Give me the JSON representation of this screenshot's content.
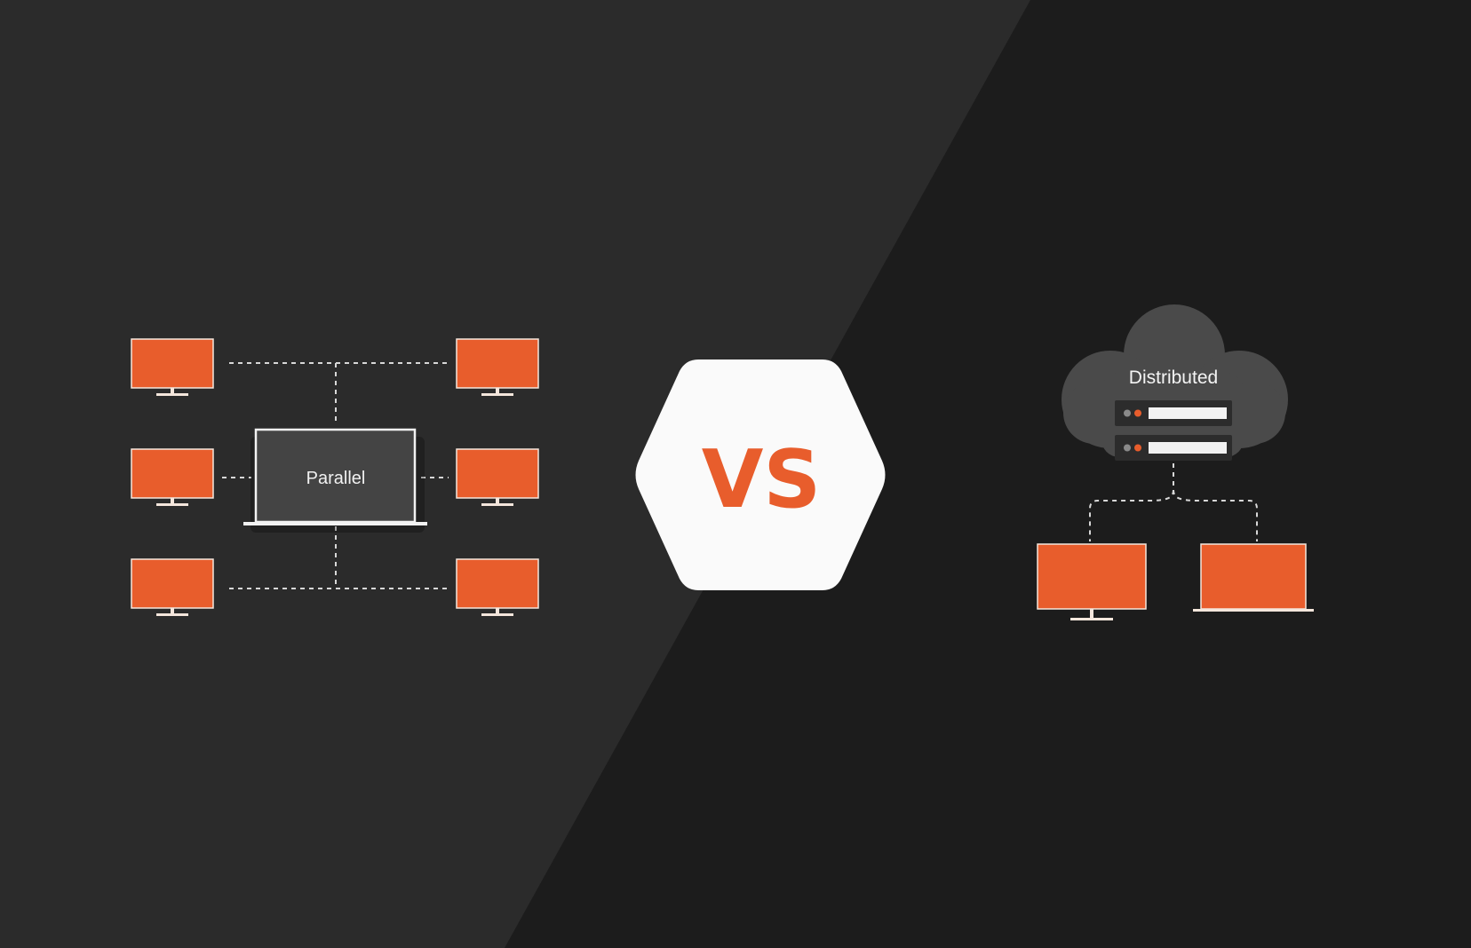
{
  "colors": {
    "left_background": "#2b2b2b",
    "right_background": "#1c1c1c",
    "accent_orange": "#e85d2c",
    "monitor_border": "#f4e6dc",
    "connector_line": "#d8d8d8",
    "laptop_screen": "#444444",
    "cloud_fill": "#4a4a4a",
    "hexagon_fill": "#fafafa"
  },
  "left_diagram": {
    "label": "Parallel",
    "central_device": "laptop-icon",
    "peripheral_devices": [
      "monitor-icon",
      "monitor-icon",
      "monitor-icon",
      "monitor-icon",
      "monitor-icon",
      "monitor-icon"
    ]
  },
  "center_badge": {
    "text": "VS",
    "shape": "hexagon"
  },
  "right_diagram": {
    "label": "Distributed",
    "container": "cloud-icon",
    "servers": [
      "server-icon",
      "server-icon"
    ],
    "client_devices": [
      "monitor-icon",
      "laptop-icon"
    ]
  }
}
